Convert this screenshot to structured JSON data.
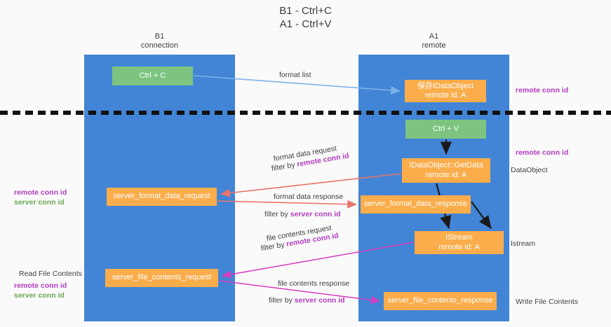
{
  "diagram": {
    "title": "B1 - Ctrl+C\nA1 - Ctrl+V",
    "lanes": [
      {
        "id": "b1",
        "title": "B1\nconnection"
      },
      {
        "id": "a1",
        "title": "A1\nremote"
      }
    ],
    "nodes": [
      {
        "id": "ctrl-c",
        "label": "Ctrl + C",
        "color": "#7cc47f"
      },
      {
        "id": "save-idataobject",
        "label": "保存IDataObject\nremote id: A",
        "color": "#fbad4b"
      },
      {
        "id": "ctrl-v",
        "label": "Ctrl + V",
        "color": "#7cc47f"
      },
      {
        "id": "idataobject-getdata",
        "label": "IDataObject::GetData\nremote id: A",
        "color": "#fbad4b"
      },
      {
        "id": "server-format-data-request",
        "label": "server_format_data_request",
        "color": "#fbad4b"
      },
      {
        "id": "server-format-data-response",
        "label": "server_format_data_response",
        "color": "#fbad4b"
      },
      {
        "id": "istream",
        "label": "IStream\nremote id: A",
        "color": "#fbad4b"
      },
      {
        "id": "server-file-contents-request",
        "label": "server_file_contents_request",
        "color": "#fbad4b"
      },
      {
        "id": "server-file-contents-response",
        "label": "server_file_contents_response",
        "color": "#fbad4b"
      }
    ],
    "edge_labels": {
      "format_list": "format list",
      "format_data_request": "format data request",
      "format_data_request_filter_prefix": "filter by ",
      "format_data_request_filter_key": "remote conn id",
      "format_data_response": "format data response",
      "format_data_response_filter_prefix": "filter by ",
      "format_data_response_filter_key": "server conn id",
      "file_contents_request": "file contents request",
      "file_contents_request_filter_prefix": "filter by ",
      "file_contents_request_filter_key": "remote conn id",
      "file_contents_response": "file contents response",
      "file_contents_response_filter_prefix": "filter by ",
      "file_contents_response_filter_key": "server conn id"
    },
    "annotations": {
      "remote_conn_id_top": "remote conn id",
      "remote_conn_id_mid": "remote conn id",
      "dataobject": "DataObject",
      "istream": "Istream",
      "write_file_contents": "Write File Contents",
      "read_file_contents": "Read File Contents",
      "left_remote_conn_id": "remote conn id",
      "left_server_conn_id": "server conn id",
      "left_remote_conn_id_2": "remote conn id",
      "left_server_conn_id_2": "server conn id"
    },
    "colors": {
      "lane": "#4285d6",
      "node_green": "#7cc47f",
      "node_orange": "#fbad4b",
      "key_purple": "#b23bbf",
      "key_green": "#6aa84f",
      "arrow_blue": "#7cb3e8",
      "arrow_red": "#e8736a",
      "arrow_magenta": "#d83bbf",
      "arrow_black": "#1a1a1a",
      "divider_black": "#111111",
      "background": "#fafafa"
    }
  }
}
